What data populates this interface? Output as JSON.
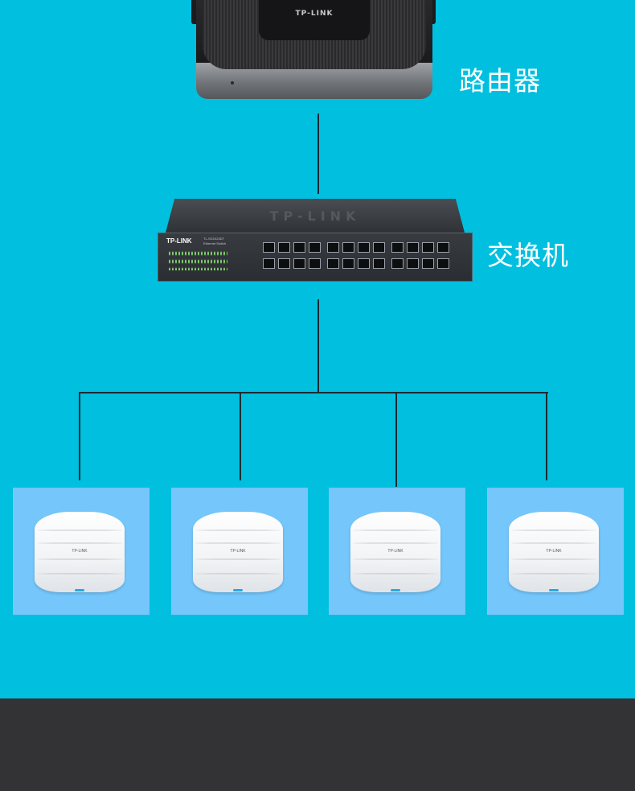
{
  "labels": {
    "router": "路由器",
    "switch": "交换机"
  },
  "router": {
    "brand": "TP-LINK"
  },
  "switch": {
    "brand": "TP-LINK",
    "model_line1": "TL-SG1024DT",
    "model_line2": "Ethernet Switch"
  },
  "access_points": [
    {
      "brand": "TP-LINK"
    },
    {
      "brand": "TP-LINK"
    },
    {
      "brand": "TP-LINK"
    },
    {
      "brand": "TP-LINK"
    }
  ],
  "colors": {
    "background": "#00bfdf",
    "footer": "#333335",
    "ap_card": "#74c6fb",
    "connector": "#1d2b33"
  }
}
